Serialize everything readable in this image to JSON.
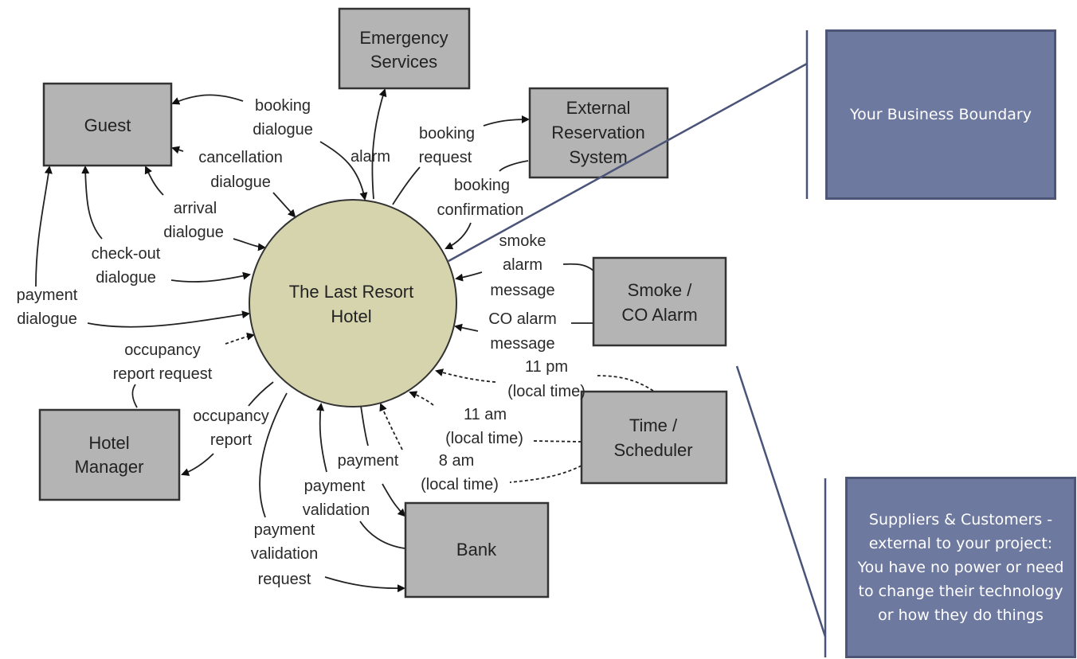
{
  "process": {
    "name_line1": "The Last Resort",
    "name_line2": "Hotel",
    "fill_color": "#d6d4ad"
  },
  "entities": {
    "guest": [
      "Guest"
    ],
    "emergency": [
      "Emergency",
      "Services"
    ],
    "reservation": [
      "External",
      "Reservation",
      "System"
    ],
    "smoke": [
      "Smoke /",
      "CO Alarm"
    ],
    "time": [
      "Time /",
      "Scheduler"
    ],
    "bank": [
      "Bank"
    ],
    "manager": [
      "Hotel",
      "Manager"
    ]
  },
  "flows": {
    "booking_dialogue": [
      "booking",
      "dialogue"
    ],
    "cancellation_dialogue": [
      "cancellation",
      "dialogue"
    ],
    "arrival_dialogue": [
      "arrival",
      "dialogue"
    ],
    "checkout_dialogue": [
      "check-out",
      "dialogue"
    ],
    "payment_dialogue": [
      "payment",
      "dialogue"
    ],
    "alarm": [
      "alarm"
    ],
    "booking_request": [
      "booking",
      "request"
    ],
    "booking_confirmation": [
      "booking",
      "confirmation"
    ],
    "smoke_alarm_message": [
      "smoke",
      "alarm",
      "message"
    ],
    "co_alarm_message": [
      "CO alarm",
      "message"
    ],
    "pm11": [
      "11 pm",
      "(local time)"
    ],
    "am11": [
      "11 am",
      "(local time)"
    ],
    "am8": [
      "8 am",
      "(local time)"
    ],
    "payment": [
      "payment"
    ],
    "payment_validation": [
      "payment",
      "validation"
    ],
    "payment_validation_request": [
      "payment",
      "validation",
      "request"
    ],
    "occupancy_report": [
      "occupancy",
      "report"
    ],
    "occupancy_report_request": [
      "occupancy",
      "report request"
    ]
  },
  "callouts": {
    "boundary": "Your Business Boundary",
    "external": "Suppliers & Customers - external to your project: You have no power or need to change their technology or how they do things",
    "color": "#6e799f"
  }
}
